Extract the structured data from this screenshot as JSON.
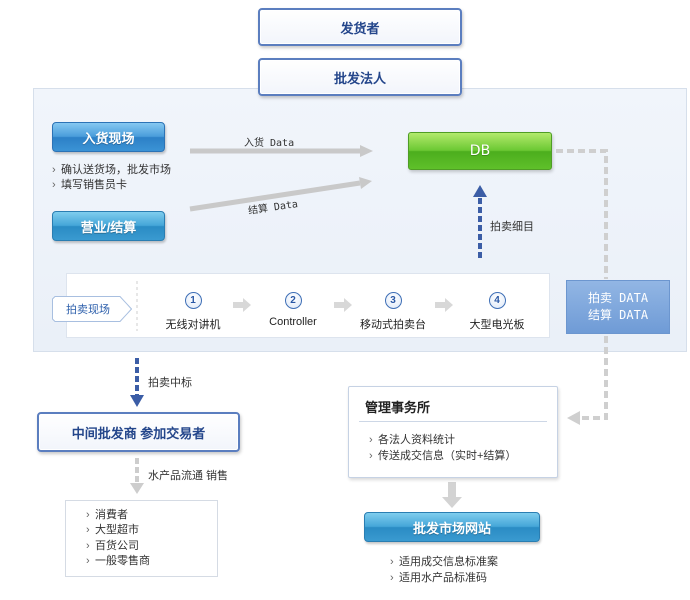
{
  "diagram": {
    "shipper_box": {
      "label": "发货者"
    },
    "corp_box": {
      "label": "批发法人"
    },
    "intake": {
      "label": "入货现场",
      "notes": [
        "确认送货场，批发市场",
        "填写销售员卡"
      ]
    },
    "settlement": {
      "label": "营业/结算"
    },
    "db": {
      "label": "DB"
    },
    "flow_labels": {
      "intake_data": "入货 Data",
      "settlement_data": "结算 Data",
      "auction_detail": "拍卖细目",
      "auction_win": "拍卖中标",
      "distribution": "水产品流通 销售"
    },
    "data_box": {
      "lines": [
        "拍卖 DATA",
        "结算 DATA"
      ]
    },
    "auction_floor": {
      "tag": "拍卖现场",
      "steps": [
        {
          "number": "1",
          "label": "无线对讲机"
        },
        {
          "number": "2",
          "label": "Controller"
        },
        {
          "number": "3",
          "label": "移动式拍卖台"
        },
        {
          "number": "4",
          "label": "大型电光板"
        }
      ]
    },
    "intermediary": {
      "label": "中间批发商 参加交易者"
    },
    "buyers": {
      "items": [
        "消費者",
        "大型超市",
        "百货公司",
        "一般零售商"
      ]
    },
    "management": {
      "title": "管理事务所",
      "items": [
        "各法人资料统计",
        "传送成交信息（实时+结算）"
      ]
    },
    "website": {
      "label": "批发市场网站",
      "notes": [
        "适用成交信息标准案",
        "适用水产品标准码"
      ]
    }
  },
  "icons": {
    "bullet": "chevron-right-icon",
    "step_arrow": "arrow-right-icon",
    "flow_arrow": "arrow-icon",
    "step_number": "circled-number-icon"
  },
  "colors": {
    "heading_text": "#24468b",
    "button_blue": "#2c80c7",
    "db_green": "#5fc02a",
    "data_box_blue": "#7ea6da",
    "panel_bg": "#eef3fa",
    "arrow_gray": "#c9c9c9",
    "arrow_dashed_blue": "#3b5da6"
  }
}
